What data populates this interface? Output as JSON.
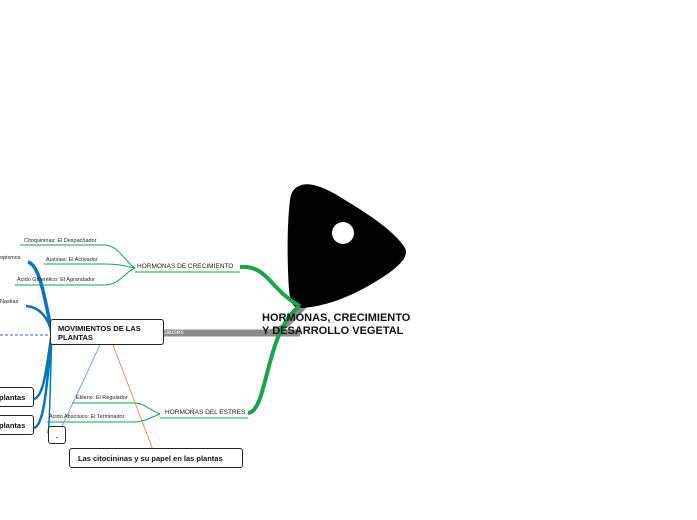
{
  "colors": {
    "green": "#1aa34a",
    "blue": "#0a74b8",
    "gray": "#8a8a8a",
    "orange": "#e8784a",
    "lightblue": "#5b8fd6",
    "dashed": "#2e6fb0",
    "shape": "#000000"
  },
  "central": {
    "title_line1": "HORMONAS, CRECIMIENTO",
    "title_line2": "Y DESARROLLO VEGETAL"
  },
  "connector_label": "causes",
  "hormonas_crecimiento": {
    "label": "HORMONAS DE CRECIMIENTO",
    "children": [
      "Citoquininas: El Despachador",
      "Auxinas: El Activador",
      "Ácido Giberélico: El Agrandador"
    ]
  },
  "hormonas_estres": {
    "label": "HORMONAS DEL ESTRES",
    "children": [
      "Etileno: El Regulador",
      "Ácido Abscísico: El Terminador"
    ]
  },
  "movimientos": {
    "line1": "MOVIMIENTOS DE LAS",
    "line2": "PLANTAS",
    "children": [
      "opismos",
      "Nastias"
    ]
  },
  "left_boxes": [
    "plantas",
    "plantas"
  ],
  "small_box": ".",
  "citocininas_box": "Las citocininas y su papel en las plantas"
}
